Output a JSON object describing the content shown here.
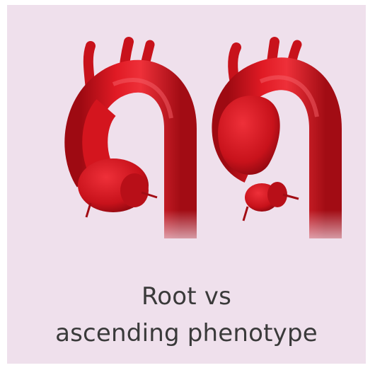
{
  "caption": {
    "line1": "Root vs",
    "line2": "ascending phenotype"
  },
  "illustration": {
    "left_label": "aortic-root-aneurysm",
    "right_label": "ascending-aortic-aneurysm",
    "vessel_color": "#d9161f",
    "background_color": "#efe0ec"
  }
}
